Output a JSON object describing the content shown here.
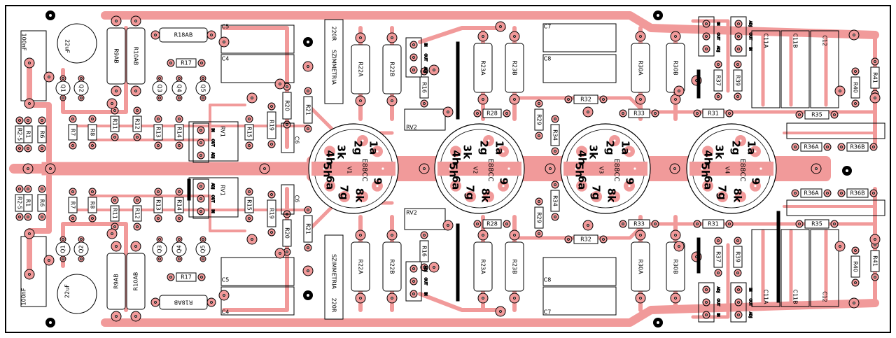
{
  "colors": {
    "copper": "#f19a9a",
    "outline": "#000000",
    "background": "#ffffff",
    "hole": "#000000"
  },
  "tubes": [
    {
      "name": "V1",
      "type": "E88CC",
      "pins": [
        "1a",
        "2g",
        "3k",
        "4h",
        "5h",
        "6a",
        "7g",
        "8k",
        "9"
      ]
    },
    {
      "name": "V2",
      "type": "E88CC",
      "pins": [
        "1a",
        "2g",
        "3k",
        "4h",
        "5h",
        "6a",
        "7g",
        "8k",
        "9"
      ]
    },
    {
      "name": "V3",
      "type": "E88CC",
      "pins": [
        "1a",
        "2g",
        "3k",
        "4h",
        "5h",
        "6a",
        "7g",
        "8k",
        "9"
      ]
    },
    {
      "name": "V4",
      "type": "E88CC",
      "pins": [
        "1a",
        "2g",
        "3k",
        "4h",
        "5h",
        "6a",
        "7g",
        "8k",
        "9"
      ]
    }
  ],
  "labels": {
    "c100n": "100nF",
    "c22u": "22uF",
    "r9ab": "R9AB",
    "r10ab": "R10AB",
    "r18ab": "R18AB",
    "r17": "R17",
    "c5": "C5",
    "c4": "C4",
    "r7": "R7",
    "r6": "R6",
    "r1": "R1",
    "r25": "R2-5",
    "r8": "R8",
    "r11": "R11",
    "r12": "R12",
    "r13": "R13",
    "r14": "R14",
    "r15": "R15",
    "rv1": "RV1",
    "r19": "R19",
    "r20": "R20",
    "r21": "R21",
    "c6": "C6",
    "q1": "Q1",
    "q2": "Q2",
    "q3": "Q3",
    "q4": "Q4",
    "q5": "Q5",
    "sym": "SZIMMETRIA",
    "r220": "220R",
    "r22a": "R22A",
    "r22b": "R22B",
    "r16": "R16",
    "rv2": "RV2",
    "r28": "R28",
    "r29": "R29",
    "r23a": "R23A",
    "r23b": "R23B",
    "c7": "C7",
    "c8": "C8",
    "r32": "R32",
    "r33": "R33",
    "r34": "R34",
    "r30a": "R30A",
    "r30b": "R30B",
    "r31": "R31",
    "r37": "R37",
    "r39": "R39",
    "c11a": "C11A",
    "c11b": "C11B",
    "c12": "C12",
    "r40": "R40",
    "r41": "R41",
    "r35": "R35",
    "r36a": "R36A",
    "r36b": "R36B",
    "pin_in": "IN",
    "pin_out": "OUT",
    "pin_adj": "ADJ"
  }
}
